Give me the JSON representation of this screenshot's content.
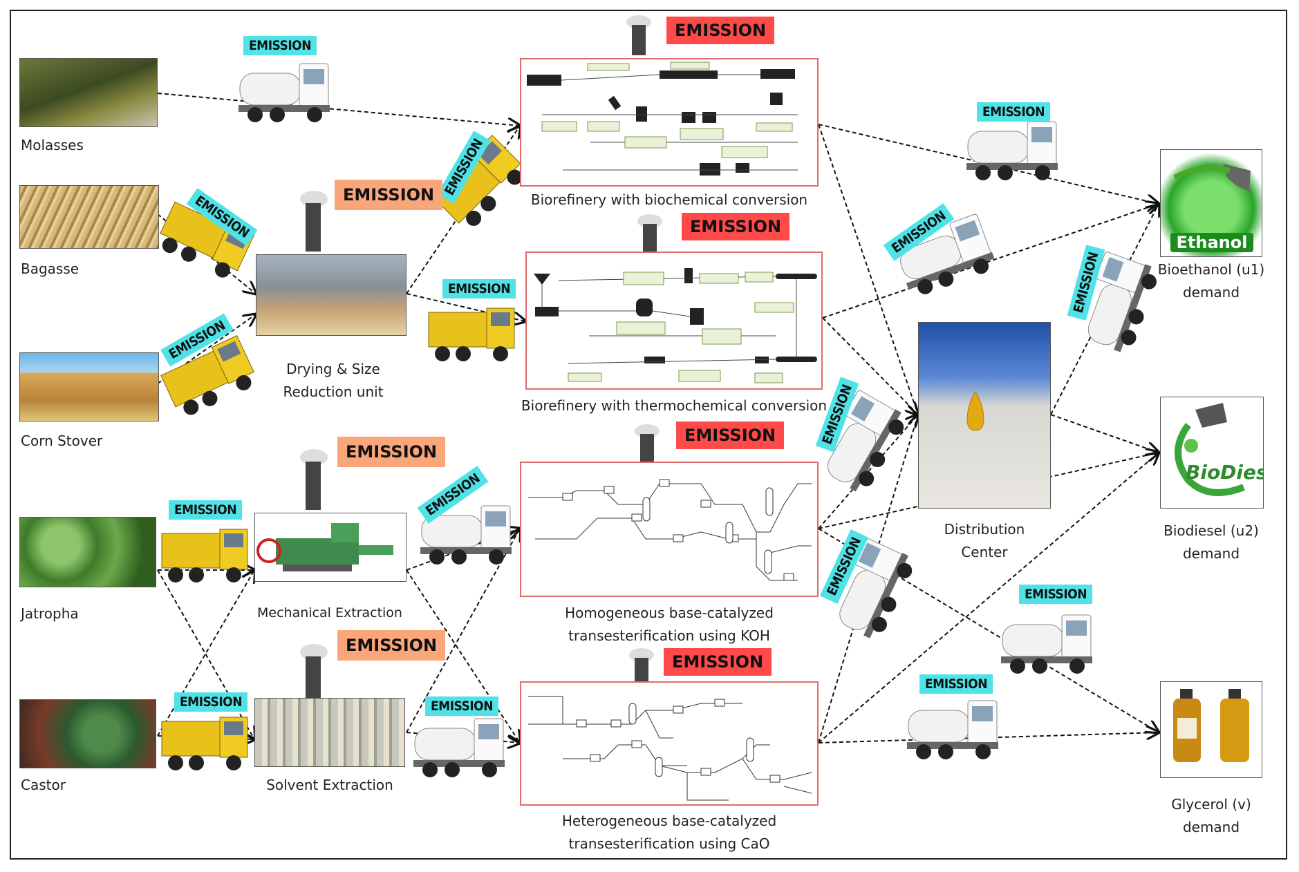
{
  "emission_label": "EMISSION",
  "feedstocks": {
    "molasses": "Molasses",
    "bagasse": "Bagasse",
    "corn_stover": "Corn Stover",
    "jatropha": "Jatropha",
    "castor": "Castor"
  },
  "pretreatment": {
    "drying_line1": "Drying & Size",
    "drying_line2": "Reduction  unit",
    "mechanical": "Mechanical Extraction",
    "solvent": "Solvent Extraction"
  },
  "processes": {
    "biochemical": "Biorefinery with biochemical conversion",
    "thermochemical": "Biorefinery with thermochemical conversion",
    "homogeneous_line1": "Homogeneous base-catalyzed",
    "homogeneous_line2": "transesterification using KOH",
    "heterogeneous_line1": "Heterogeneous base-catalyzed",
    "heterogeneous_line2": "transesterification using CaO"
  },
  "distribution": {
    "line1": "Distribution",
    "line2": "Center"
  },
  "demand": {
    "ethanol_logo": "Ethanol",
    "biodiesel_logo": "BioDiesel",
    "bioethanol_line1": "Bioethanol (u1)",
    "bioethanol_line2": "demand",
    "biodiesel_line1": "Biodiesel (u2)",
    "biodiesel_line2": "demand",
    "glycerol_line1": "Glycerol (v)",
    "glycerol_line2": "demand"
  },
  "colors": {
    "emission_cyan": "#4fe3e8",
    "emission_red": "#ff4a4a",
    "emission_orange": "#f9a77a",
    "process_border": "#e06b6b",
    "truck_yellow": "#e8c21a",
    "truck_white": "#f2f2f2"
  }
}
